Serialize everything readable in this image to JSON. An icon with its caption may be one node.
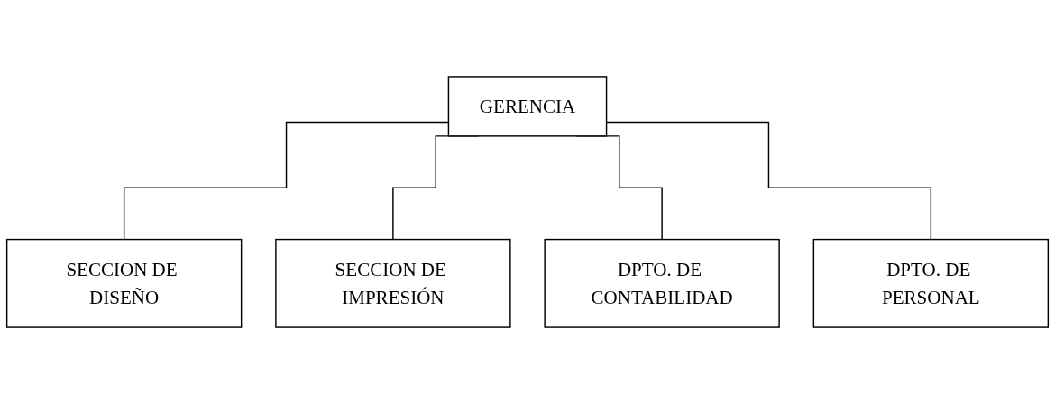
{
  "diagram": {
    "nodes": [
      {
        "text": [
          "GERENCIA"
        ]
      },
      {
        "text": [
          "SECCION DE DISEÑO"
        ]
      },
      {
        "text": [
          "SECCION DE IMPRESIÓN"
        ]
      },
      {
        "text": [
          "DPTO. DE CONTABILIDAD"
        ]
      },
      {
        "text": [
          "DPTO. DE PERSONAL"
        ]
      }
    ],
    "edges": [
      {
        "from": 0,
        "to": 1,
        "arrow": "none"
      },
      {
        "from": 0,
        "to": 2,
        "arrow": "none"
      },
      {
        "from": 0,
        "to": 3,
        "arrow": "none"
      },
      {
        "from": 0,
        "to": 4,
        "arrow": "none"
      }
    ]
  }
}
